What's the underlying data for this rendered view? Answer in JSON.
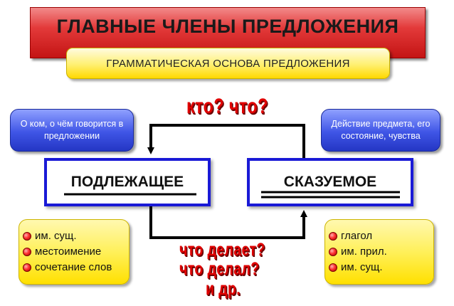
{
  "title": "ГЛАВНЫЕ  ЧЛЕНЫ  ПРЕДЛОЖЕНИЯ",
  "subtitle": "ГРАММАТИЧЕСКАЯ   ОСНОВА   ПРЕДЛОЖЕНИЯ",
  "notes": {
    "left": "О ком, о чём говорится в предложении",
    "right": "Действие предмета, его состояние, чувства"
  },
  "members": {
    "subject": "ПОДЛЕЖАЩЕЕ",
    "predicate": "СКАЗУЕМОЕ"
  },
  "questions": {
    "top": "кто? что?",
    "bottom": [
      "что  делает?",
      "что  делал?",
      "и др."
    ]
  },
  "lists": {
    "left": [
      "им. сущ.",
      "местоимение",
      "сочетание слов"
    ],
    "right": [
      "глагол",
      "им. прил.",
      "им. сущ."
    ]
  },
  "colors": {
    "title_red": "#e33a3a",
    "note_blue": "#3f55e6",
    "box_border_blue": "#1a1ad6",
    "list_yellow": "#fff05a",
    "question_red": "#e00000"
  }
}
